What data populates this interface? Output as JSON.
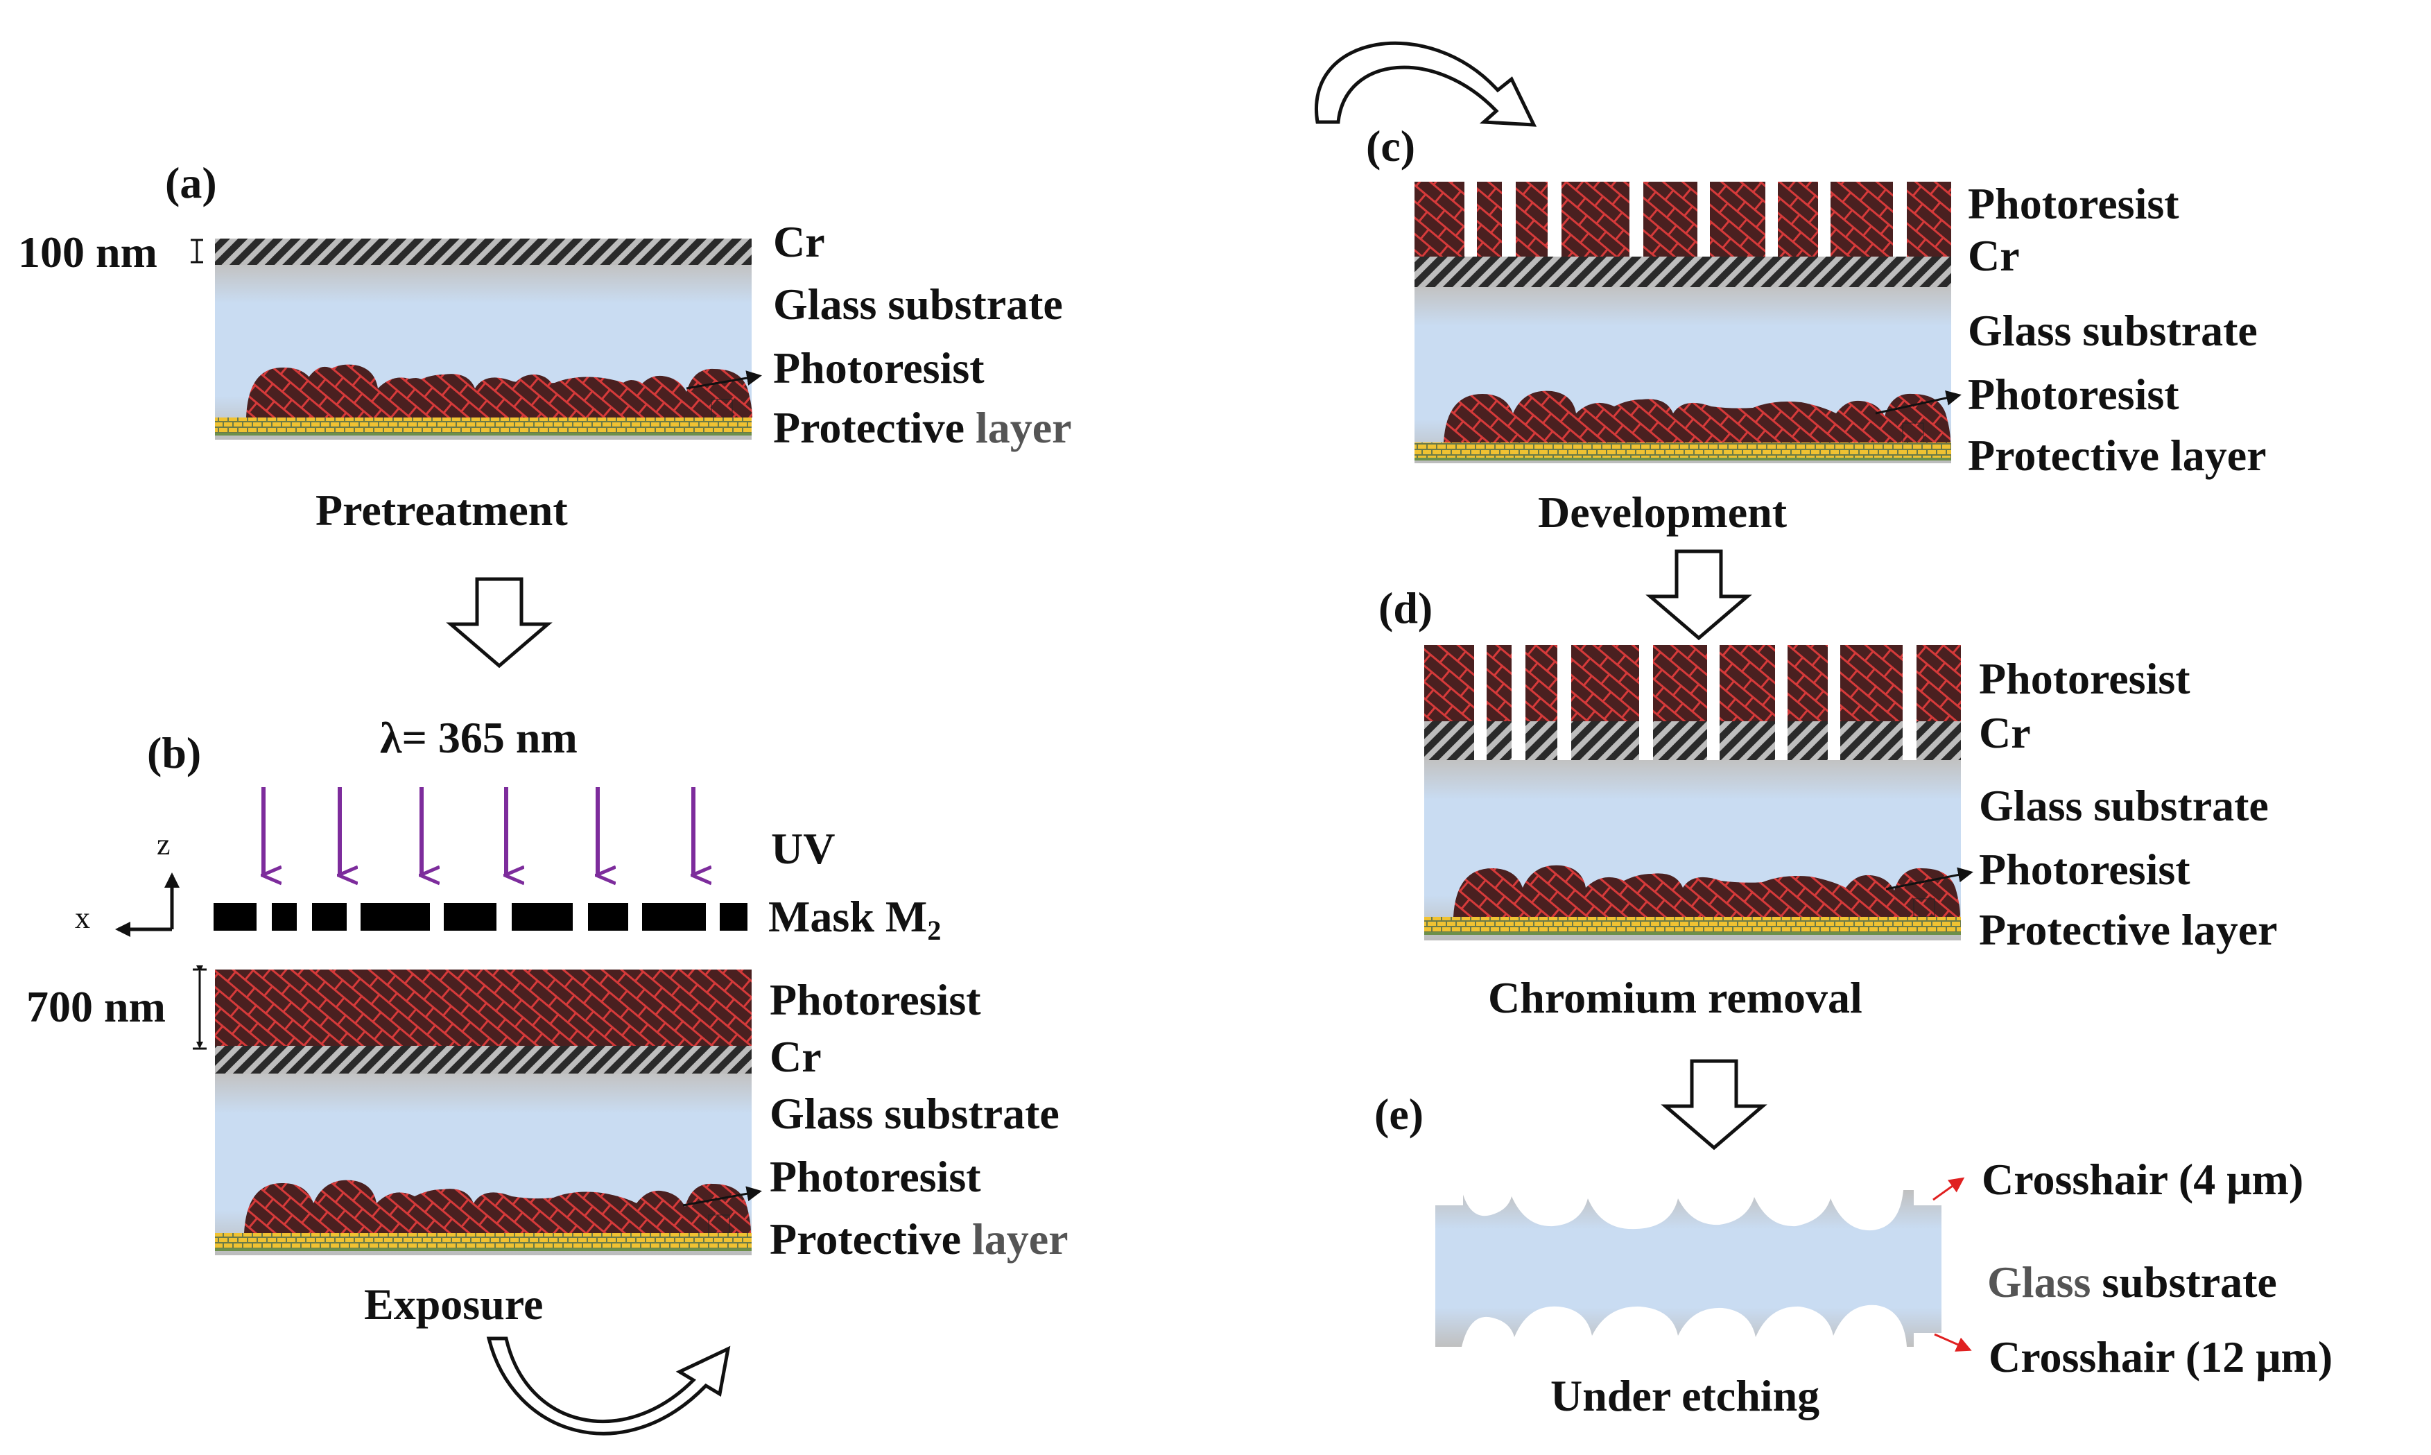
{
  "panels": {
    "a": {
      "tag": "(a)",
      "thickness": "100 nm",
      "cr": "Cr",
      "glass": "Glass substrate",
      "photoresist": "Photoresist",
      "protective_1": "Protective",
      "protective_2": "layer",
      "caption": "Pretreatment"
    },
    "b": {
      "tag": "(b)",
      "wavelength": "λ= 365 nm",
      "uv": "UV",
      "mask": "Mask M",
      "mask_sub": "2",
      "axis_z": "z",
      "axis_x": "x",
      "thickness": "700 nm",
      "photoresist_top": "Photoresist",
      "cr": "Cr",
      "glass": "Glass substrate",
      "photoresist": "Photoresist",
      "protective_1": "Protective",
      "protective_2": "layer",
      "caption": "Exposure"
    },
    "c": {
      "tag": "(c)",
      "photoresist_top": "Photoresist",
      "cr": "Cr",
      "glass": "Glass substrate",
      "photoresist": "Photoresist",
      "protective": "Protective layer",
      "caption": "Development"
    },
    "d": {
      "tag": "(d)",
      "photoresist_top": "Photoresist",
      "cr": "Cr",
      "glass": "Glass substrate",
      "photoresist": "Photoresist",
      "protective": "Protective layer",
      "caption": "Chromium removal"
    },
    "e": {
      "tag": "(e)",
      "crosshair_top": "Crosshair (4 μm)",
      "glass_1": "Glass",
      "glass_2": "substrate",
      "crosshair_bottom": "Crosshair (12 μm)",
      "caption": "Under etching"
    }
  },
  "colors": {
    "photoresist": "#4a2020",
    "photoresist_pattern": "#d63a3a",
    "chromium": "#2a2a2a",
    "glass_top": "#c9dcf2",
    "glass_bottom": "#c2c2c2",
    "protective": "#e6b830",
    "uv_arrow": "#7d2c9c",
    "pointer_red": "#e02020"
  }
}
